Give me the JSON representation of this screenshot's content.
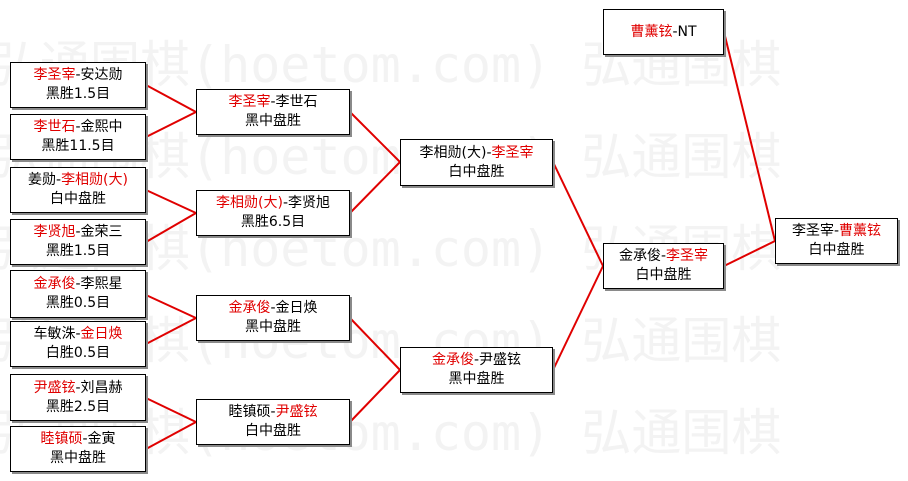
{
  "watermark": {
    "text": "弘通围棋(hoetom.com) 弘通围棋"
  },
  "round1": [
    {
      "p1": "李圣宰",
      "sep": "-",
      "p2": "安达勋",
      "winner": 1,
      "result": "黑胜1.5目"
    },
    {
      "p1": "李世石",
      "sep": "-",
      "p2": "金熙中",
      "winner": 1,
      "result": "黑胜11.5目"
    },
    {
      "p1": "姜勋",
      "sep": "-",
      "p2": "李相勋(大)",
      "winner": 2,
      "result": "白中盘胜"
    },
    {
      "p1": "李贤旭",
      "sep": "-",
      "p2": "金荣三",
      "winner": 1,
      "result": "黑胜1.5目"
    },
    {
      "p1": "金承俊",
      "sep": "-",
      "p2": "李熙星",
      "winner": 1,
      "result": "黑胜0.5目"
    },
    {
      "p1": "车敏洙",
      "sep": "-",
      "p2": "金日焕",
      "winner": 2,
      "result": "白胜0.5目"
    },
    {
      "p1": "尹盛铉",
      "sep": "-",
      "p2": "刘昌赫",
      "winner": 1,
      "result": "黑胜2.5目"
    },
    {
      "p1": "睦镇硕",
      "sep": "-",
      "p2": "金寅",
      "winner": 1,
      "result": "黑中盘胜"
    }
  ],
  "round2": [
    {
      "p1": "李圣宰",
      "sep": "-",
      "p2": "李世石",
      "winner": 1,
      "result": "黑中盘胜"
    },
    {
      "p1": "李相勋(大)",
      "sep": "-",
      "p2": "李贤旭",
      "winner": 1,
      "result": "黑胜6.5目"
    },
    {
      "p1": "金承俊",
      "sep": "-",
      "p2": "金日焕",
      "winner": 1,
      "result": "黑中盘胜"
    },
    {
      "p1": "睦镇硕",
      "sep": "-",
      "p2": "尹盛铉",
      "winner": 2,
      "result": "白中盘胜"
    }
  ],
  "round3": [
    {
      "p1": "李相勋(大)",
      "sep": "-",
      "p2": "李圣宰",
      "winner": 2,
      "result": "白中盘胜"
    },
    {
      "p1": "金承俊",
      "sep": "-",
      "p2": "尹盛铉",
      "winner": 1,
      "result": "黑中盘胜"
    }
  ],
  "round4": [
    {
      "p1": "金承俊",
      "sep": "-",
      "p2": "李圣宰",
      "winner": 2,
      "result": "白中盘胜"
    }
  ],
  "seed": {
    "p1": "曹薰铉",
    "sep": "-",
    "p2": "NT",
    "winner": 1,
    "result": ""
  },
  "final": {
    "p1": "李圣宰",
    "sep": "-",
    "p2": "曹薰铉",
    "winner": 2,
    "result": "白中盘胜"
  },
  "colors": {
    "winner": "#e00000",
    "lines": "#e00000",
    "text": "#000000"
  }
}
